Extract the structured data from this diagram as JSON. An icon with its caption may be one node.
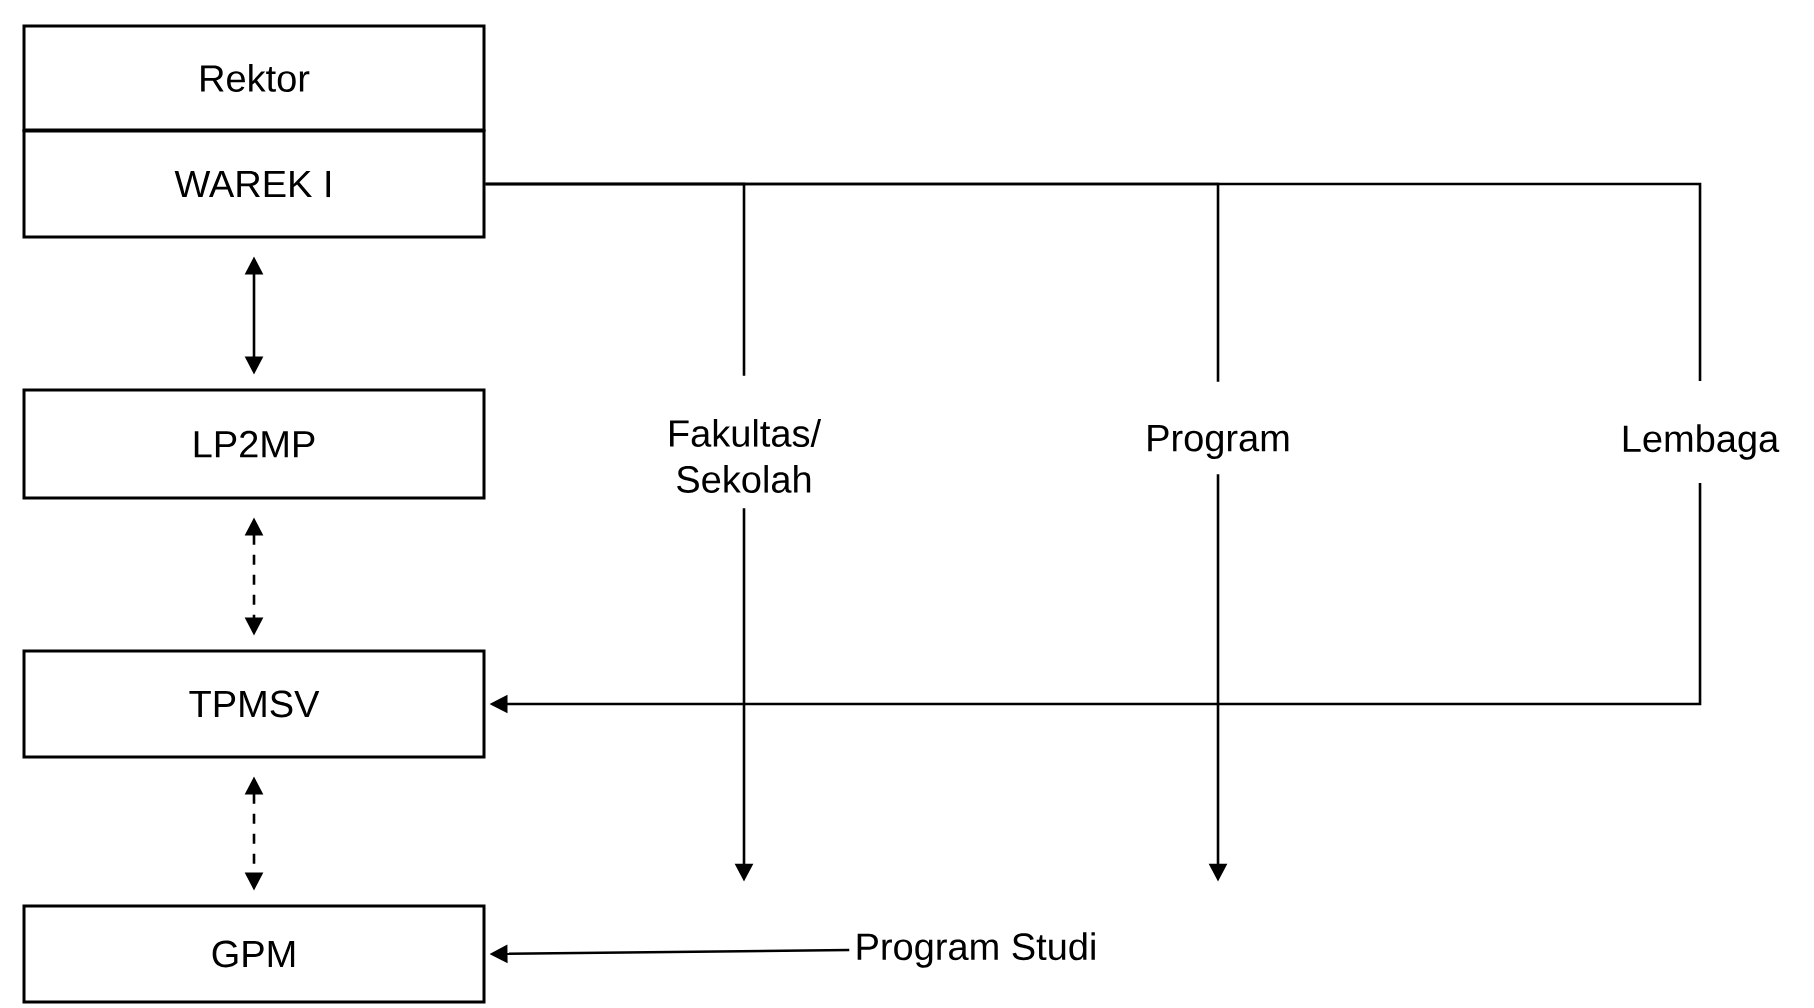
{
  "diagram": {
    "nodes": [
      {
        "text": [
          "Rektor"
        ]
      },
      {
        "text": [
          "WAREK I"
        ]
      },
      {
        "text": [
          "LP2MP"
        ]
      },
      {
        "text": [
          "TPMSV"
        ]
      },
      {
        "text": [
          "GPM"
        ]
      },
      {
        "text": [
          "Fakultas/ Sekolah"
        ]
      },
      {
        "text": [
          "Program"
        ]
      },
      {
        "text": [
          "Lembaga"
        ]
      },
      {
        "text": [
          "Program Studi"
        ]
      }
    ],
    "edges": [
      {
        "from": 1,
        "to": 2,
        "arrow": "both"
      },
      {
        "from": 2,
        "to": 3,
        "arrow": "both",
        "style": "dashed"
      },
      {
        "from": 3,
        "to": 4,
        "arrow": "both",
        "style": "dashed"
      },
      {
        "from": 1,
        "to": 5,
        "arrow": "none"
      },
      {
        "from": 1,
        "to": 6,
        "arrow": "none"
      },
      {
        "from": 1,
        "to": 7,
        "arrow": "none"
      },
      {
        "from": 5,
        "to": 8,
        "arrow": "to"
      },
      {
        "from": 6,
        "to": 8,
        "arrow": "to"
      },
      {
        "from": 7,
        "to": 3,
        "arrow": "to"
      },
      {
        "from": 8,
        "to": 4,
        "arrow": "to"
      }
    ]
  }
}
